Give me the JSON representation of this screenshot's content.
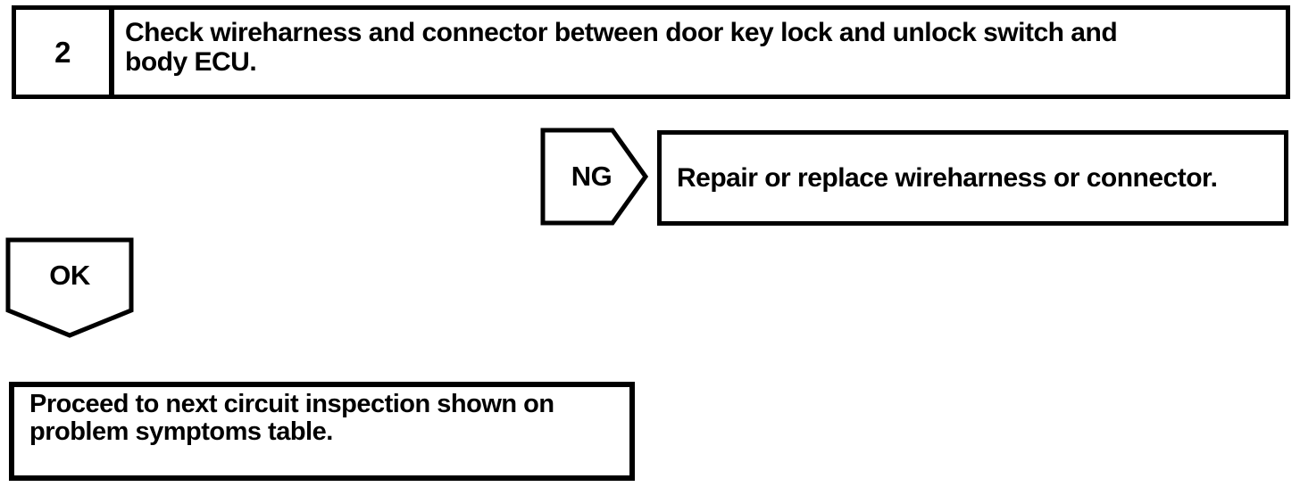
{
  "page": {
    "background_color": "#ffffff",
    "ink_color": "#000000"
  },
  "flowchart": {
    "step": {
      "number": "2",
      "instruction_lines": [
        "Check wireharness and connector between door key lock and unlock switch and",
        "body ECU."
      ]
    },
    "ng": {
      "label": "NG",
      "action": "Repair or replace wireharness or connector."
    },
    "ok": {
      "label": "OK",
      "action_lines": [
        "Proceed to next circuit inspection shown on",
        "problem symptoms table."
      ]
    }
  }
}
